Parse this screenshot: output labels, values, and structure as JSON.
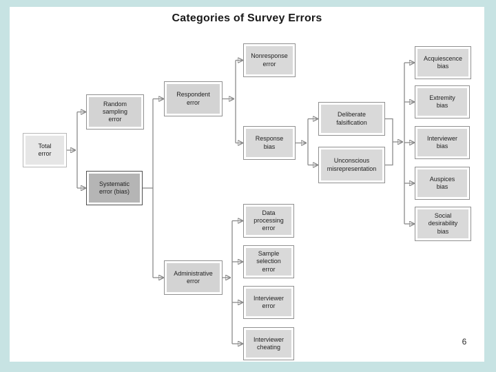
{
  "slide": {
    "title": "Categories of Survey Errors",
    "page_number": "6"
  },
  "colors": {
    "background": "#c7e3e3",
    "panel": "#ffffff",
    "node_fill": "#d9d9d9",
    "node_fill_mid": "#d3d3d3",
    "node_fill_light": "#e6e6e6",
    "node_fill_emphasis": "#b5b5b5",
    "node_border": "#8f8f8f",
    "connector_line": "#8a8a8a",
    "arrowhead": "#383838"
  },
  "diagram": {
    "nodes": {
      "total_error": {
        "label": "Total\nerror"
      },
      "random_sampling_error": {
        "label": "Random\nsampling\nerror"
      },
      "systematic_error_bias": {
        "label": "Systematic\nerror (bias)"
      },
      "respondent_error": {
        "label": "Respondent\nerror"
      },
      "nonresponse_error": {
        "label": "Nonresponse\nerror"
      },
      "response_bias": {
        "label": "Response\nbias"
      },
      "deliberate_falsification": {
        "label": "Deliberate\nfalsification"
      },
      "unconscious_misrepresentation": {
        "label": "Unconscious\nmisrepresentation"
      },
      "administrative_error": {
        "label": "Administrative\nerror"
      },
      "data_processing_error": {
        "label": "Data\nprocessing\nerror"
      },
      "sample_selection_error": {
        "label": "Sample\nselection\nerror"
      },
      "interviewer_error": {
        "label": "Interviewer\nerror"
      },
      "interviewer_cheating": {
        "label": "Interviewer\ncheating"
      },
      "acquiescence_bias": {
        "label": "Acquiescence\nbias"
      },
      "extremity_bias": {
        "label": "Extremity\nbias"
      },
      "interviewer_bias": {
        "label": "Interviewer\nbias"
      },
      "auspices_bias": {
        "label": "Auspices\nbias"
      },
      "social_desirability_bias": {
        "label": "Social\ndesirability\nbias"
      }
    },
    "edges": [
      {
        "from": "total_error",
        "to": "random_sampling_error"
      },
      {
        "from": "total_error",
        "to": "systematic_error_bias"
      },
      {
        "from": "systematic_error_bias",
        "to": "respondent_error"
      },
      {
        "from": "systematic_error_bias",
        "to": "administrative_error"
      },
      {
        "from": "respondent_error",
        "to": "nonresponse_error"
      },
      {
        "from": "respondent_error",
        "to": "response_bias"
      },
      {
        "from": "response_bias",
        "to": "deliberate_falsification"
      },
      {
        "from": "response_bias",
        "to": "unconscious_misrepresentation"
      },
      {
        "from": [
          "deliberate_falsification",
          "unconscious_misrepresentation"
        ],
        "to": [
          "acquiescence_bias",
          "extremity_bias",
          "interviewer_bias",
          "auspices_bias",
          "social_desirability_bias"
        ]
      },
      {
        "from": "administrative_error",
        "to": [
          "data_processing_error",
          "sample_selection_error",
          "interviewer_error",
          "interviewer_cheating"
        ]
      }
    ]
  }
}
